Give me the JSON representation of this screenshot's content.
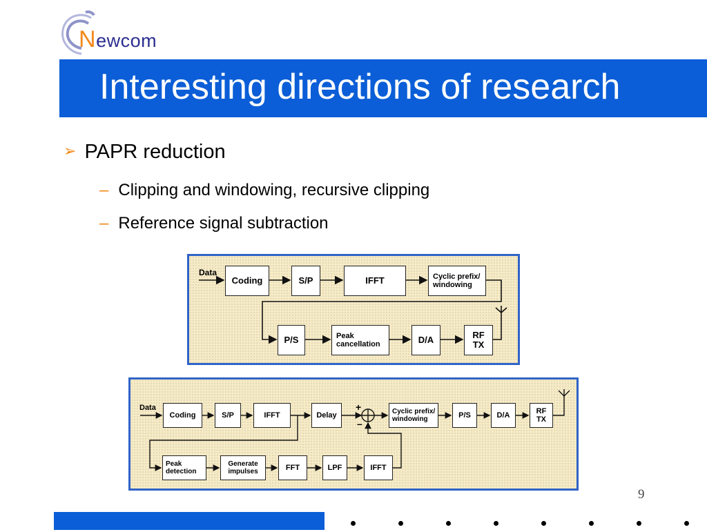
{
  "logo": {
    "initial": "N",
    "rest": "ewcom"
  },
  "title": "Interesting directions of research",
  "bullet": {
    "text": "PAPR reduction"
  },
  "sub_bullets": [
    {
      "dash": "–",
      "text": "Clipping and windowing, recursive clipping"
    },
    {
      "dash": "–",
      "text": "Reference signal subtraction"
    }
  ],
  "diagram1": {
    "input_label": "Data",
    "blocks": {
      "coding": "Coding",
      "sp": "S/P",
      "ifft": "IFFT",
      "cyclic": "Cyclic prefix/\nwindowing",
      "ps": "P/S",
      "peak": "Peak\ncancellation",
      "da": "D/A",
      "rf": "RF\nTX"
    }
  },
  "diagram2": {
    "input_label": "Data",
    "plus": "+",
    "minus": "–",
    "blocks": {
      "coding": "Coding",
      "sp": "S/P",
      "ifft": "IFFT",
      "delay": "Delay",
      "cyclic": "Cyclic prefix/\nwindowing",
      "ps": "P/S",
      "da": "D/A",
      "rf": "RF\nTX",
      "peak_detection": "Peak\ndetection",
      "generate": "Generate\nimpulses",
      "fft": "FFT",
      "lpf": "LPF",
      "ifft2": "IFFT"
    }
  },
  "page_number": "9",
  "colors": {
    "brand_blue": "#0b5ed7",
    "accent_orange": "#f28a1a",
    "diagram_bg": "#f6ebc7",
    "diagram_border": "#2f63c8"
  }
}
